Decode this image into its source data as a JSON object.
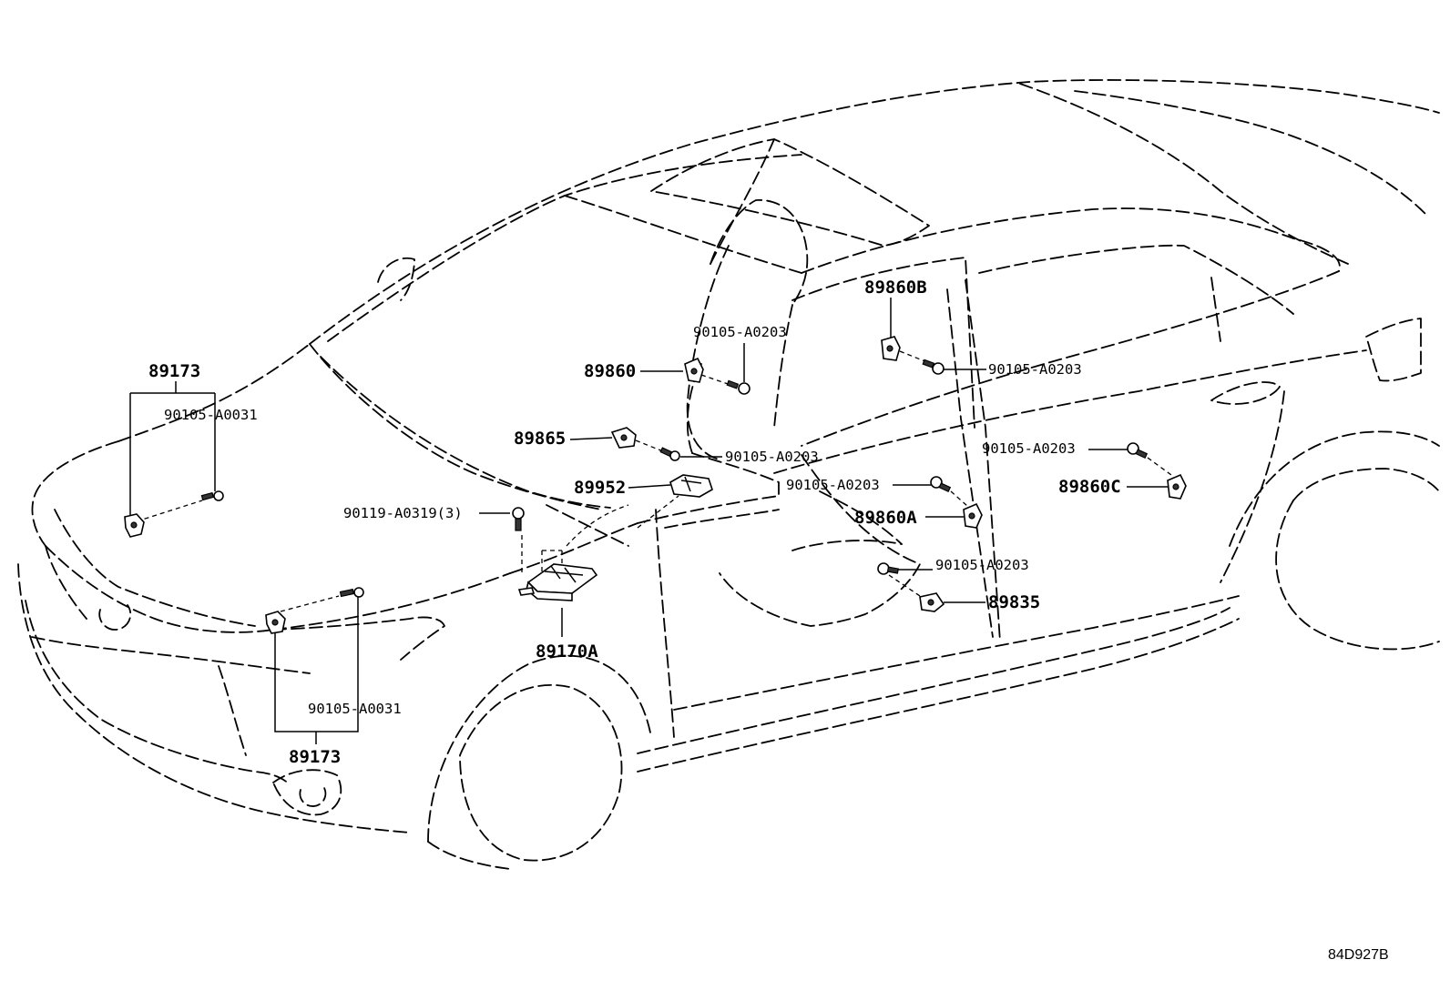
{
  "labels": {
    "p89173_top": "89173",
    "p89173_bottom": "89173",
    "s90105_A0031_top": "90105-A0031",
    "s90105_A0031_bottom": "90105-A0031",
    "s90119_A0319": "90119-A0319(3)",
    "p89170A": "89170A",
    "p89952": "89952",
    "p89865": "89865",
    "p89860": "89860",
    "s90105_A0203_a": "90105-A0203",
    "s90105_A0203_b": "90105-A0203",
    "p89860B": "89860B",
    "s90105_A0203_c": "90105-A0203",
    "s90105_A0203_d": "90105-A0203",
    "p89860A": "89860A",
    "s90105_A0203_e": "90105-A0203",
    "p89835": "89835",
    "s90105_A0203_f": "90105-A0203",
    "p89860C": "89860C"
  },
  "diagram_code": "84D927B"
}
